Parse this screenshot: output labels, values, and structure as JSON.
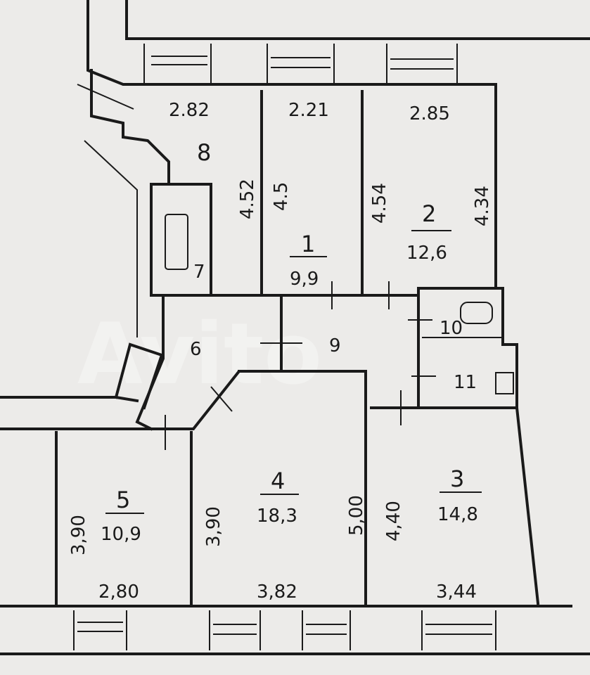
{
  "watermark": "Avito",
  "rooms": {
    "r8": {
      "number": "8",
      "width": "2.82",
      "length": "4.52"
    },
    "r1": {
      "number": "1",
      "width": "2.21",
      "length": "4.5",
      "area": "9,9"
    },
    "r2": {
      "number": "2",
      "width": "2.85",
      "length_left": "4.54",
      "length_right": "4.34",
      "area": "12,6"
    },
    "r7": {
      "number": "7"
    },
    "r6": {
      "number": "6"
    },
    "r9": {
      "number": "9"
    },
    "r10": {
      "number": "10"
    },
    "r11": {
      "number": "11"
    },
    "r5": {
      "number": "5",
      "area": "10,9",
      "length": "3,90",
      "width": "2,80"
    },
    "r4": {
      "number": "4",
      "area": "18,3",
      "length_left": "3,90",
      "length_right": "5,00",
      "width": "3,82"
    },
    "r3": {
      "number": "3",
      "area": "14,8",
      "length": "4,40",
      "width": "3,44"
    }
  }
}
